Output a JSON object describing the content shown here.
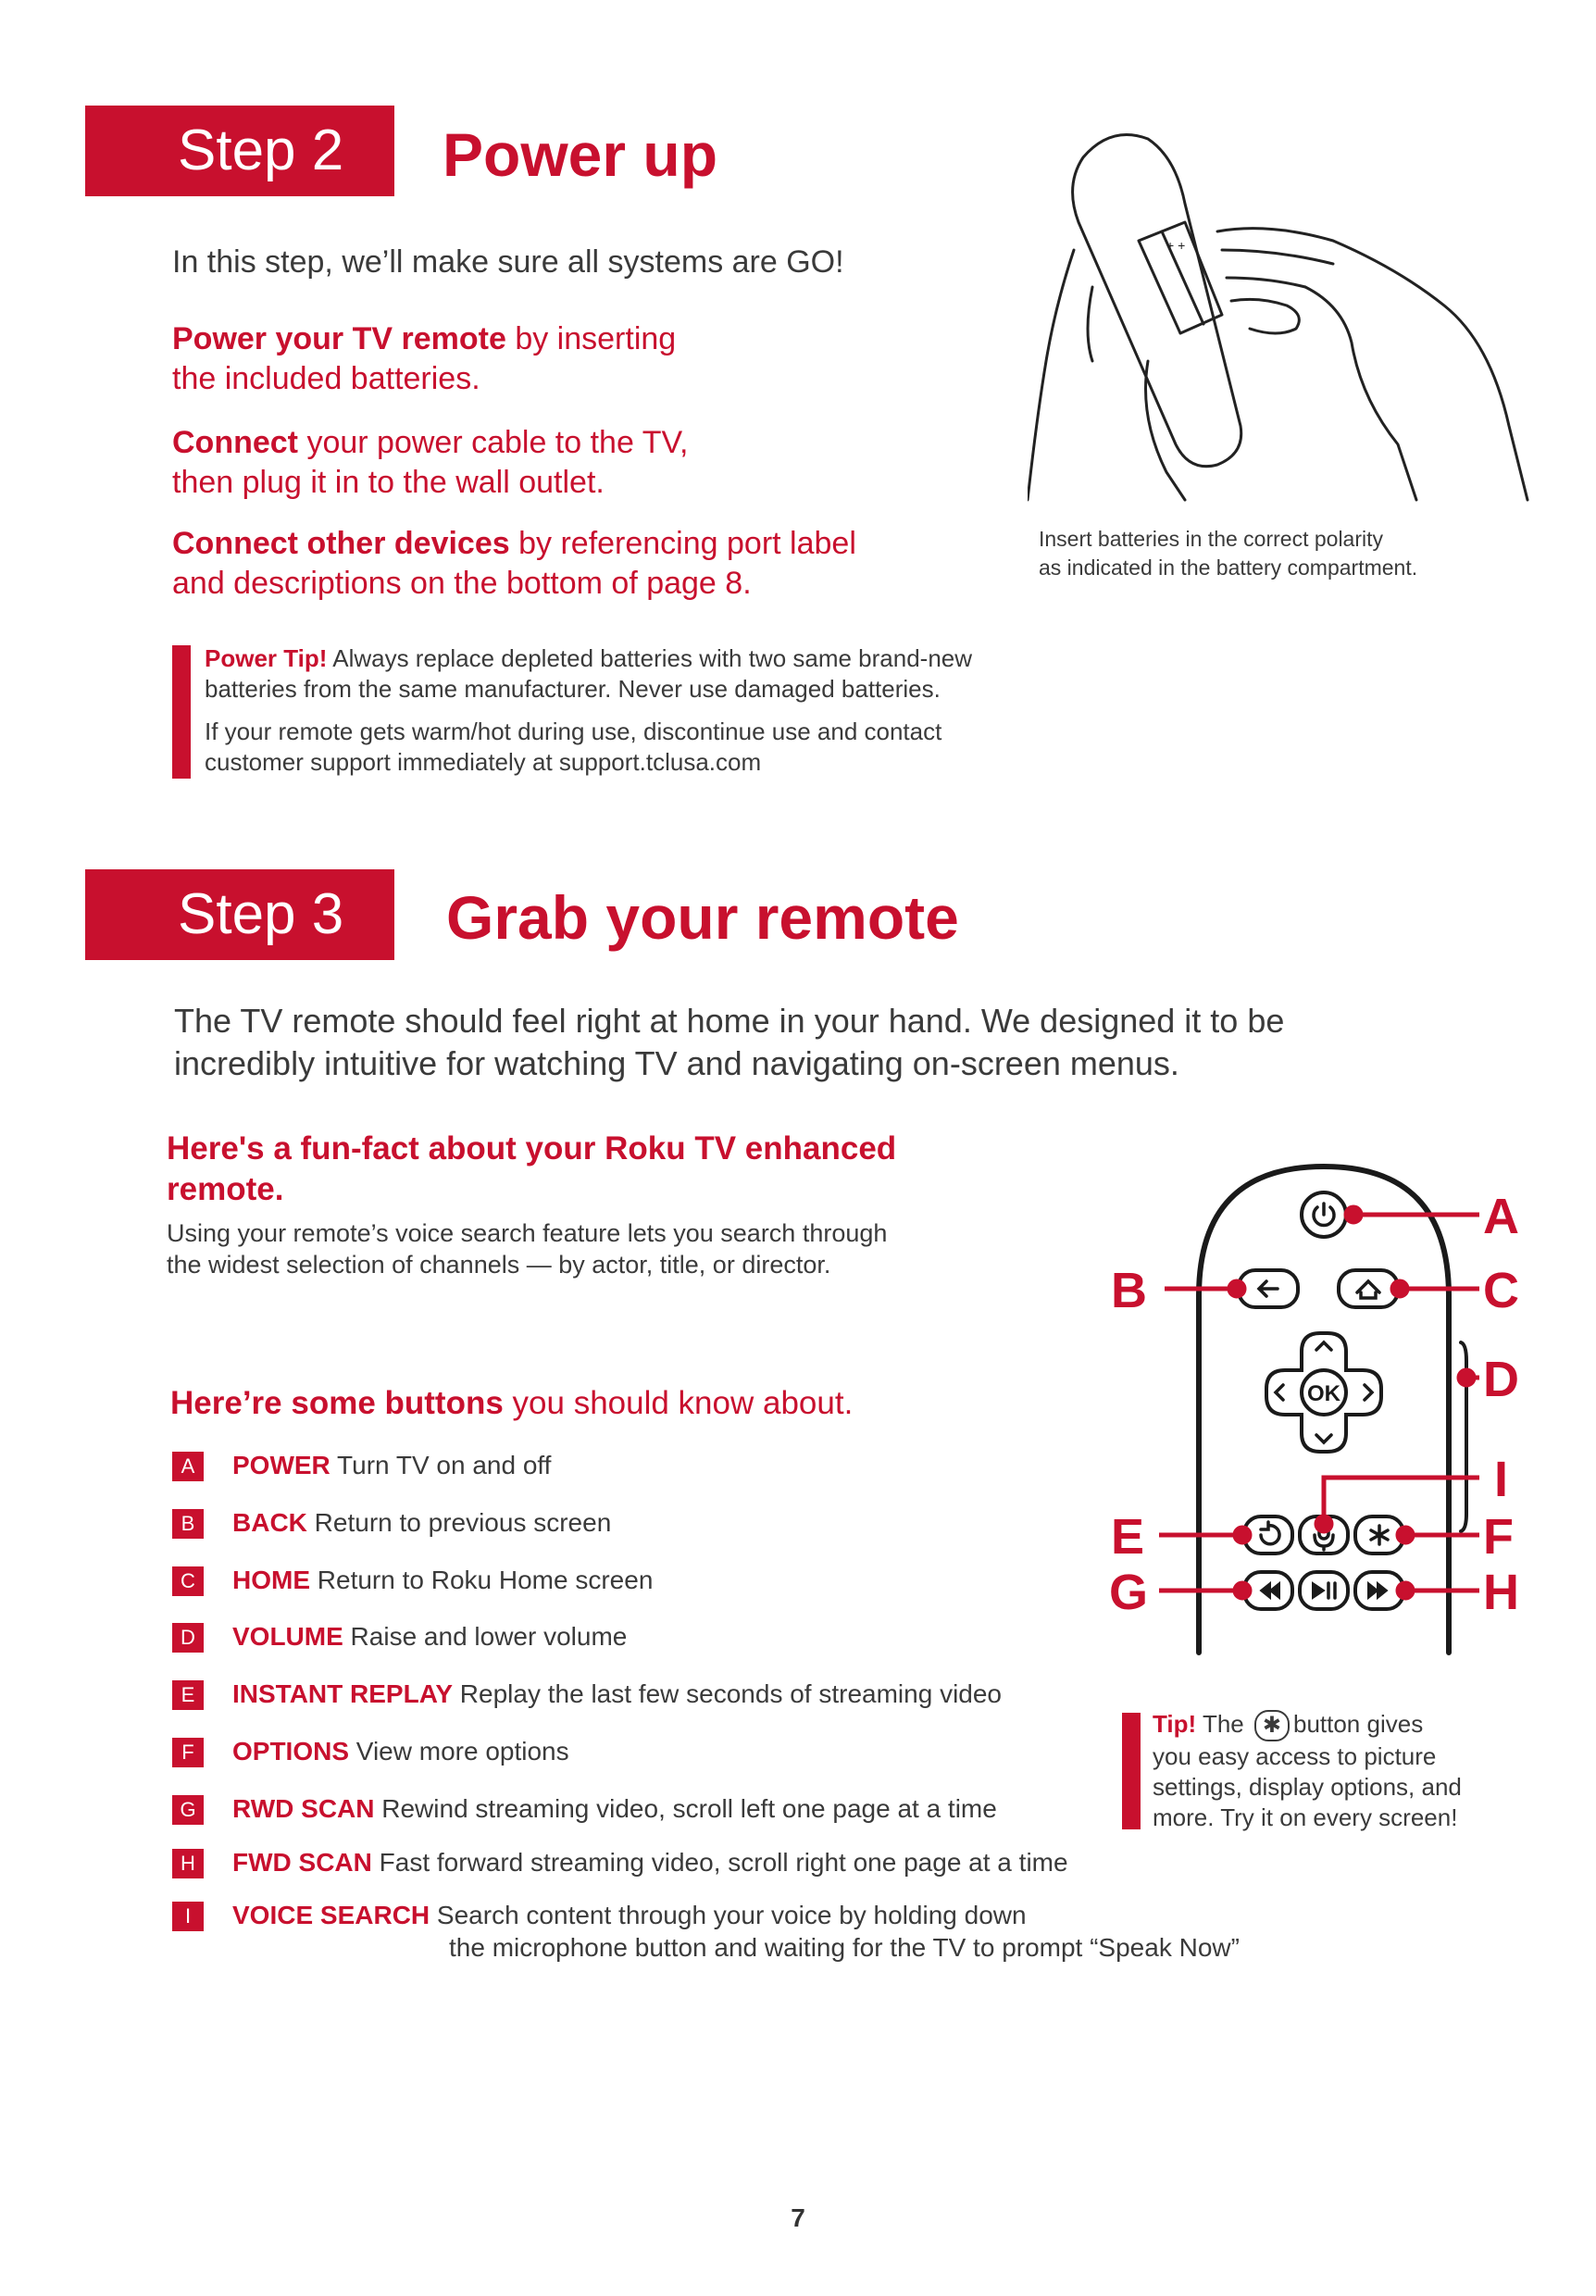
{
  "step2": {
    "label": "Step 2",
    "title": "Power up",
    "intro": "In this step, we’ll make sure all systems are GO!",
    "paras": [
      {
        "bold": "Power your TV remote",
        "line1": " by inserting",
        "line2": "the included batteries."
      },
      {
        "bold": "Connect",
        "line1": " your power cable to the TV,",
        "line2": "then plug it in to the wall outlet."
      },
      {
        "bold": "Connect other devices",
        "line1": " by referencing port label",
        "line2": "and descriptions on the bottom of page 8."
      }
    ],
    "caption_line1": "Insert batteries in the correct polarity",
    "caption_line2": "as indicated in the battery compartment.",
    "tip": {
      "label": "Power Tip!",
      "text1": " Always replace depleted batteries with two same brand-new",
      "text2": "batteries from the same manufacturer. Never use damaged batteries.",
      "text3": "If your remote gets warm/hot during use, discontinue use and contact",
      "text4": "customer support immediately at support.tclusa.com"
    }
  },
  "step3": {
    "label": "Step 3",
    "title": "Grab your remote",
    "intro1": "The TV remote should feel right at home in your hand. We designed it to be",
    "intro2": "incredibly intuitive for watching TV and navigating on-screen menus.",
    "funfact_title1": "Here's a fun-fact about your Roku TV enhanced",
    "funfact_title2": "remote.",
    "funfact_text1": "Using your remote’s voice search feature lets you search through",
    "funfact_text2": "the widest selection of channels — by actor, title, or director.",
    "buttons_heading_bold": "Here’re some buttons",
    "buttons_heading_rest": " you should know about.",
    "buttons": [
      {
        "key": "A",
        "name": "POWER",
        "desc": " Turn TV on and off"
      },
      {
        "key": "B",
        "name": "BACK",
        "desc": " Return to previous screen"
      },
      {
        "key": "C",
        "name": "HOME",
        "desc": " Return to Roku Home screen"
      },
      {
        "key": "D",
        "name": "VOLUME",
        "desc": " Raise and lower volume"
      },
      {
        "key": "E",
        "name": "INSTANT REPLAY",
        "desc": " Replay the last few seconds of streaming video"
      },
      {
        "key": "F",
        "name": "OPTIONS",
        "desc": " View more options"
      },
      {
        "key": "G",
        "name": "RWD SCAN",
        "desc": " Rewind streaming video, scroll left one page at a time"
      },
      {
        "key": "H",
        "name": "FWD SCAN",
        "desc": " Fast forward streaming video, scroll right one page at a time"
      },
      {
        "key": "I",
        "name": "VOICE SEARCH",
        "desc": " Search content through your voice by holding down",
        "desc2": "the microphone button and waiting for the TV to prompt “Speak Now”"
      }
    ],
    "remote_labels": {
      "A": "A",
      "B": "B",
      "C": "C",
      "D": "D",
      "E": "E",
      "F": "F",
      "G": "G",
      "H": "H",
      "I": "I",
      "ok": "OK"
    },
    "tip": {
      "label": "Tip!",
      "t1a": " The",
      "t1b": "button gives",
      "t2": "you easy access to picture",
      "t3": "settings, display options, and",
      "t4": "more. Try it on every screen!"
    }
  },
  "page_number": "7",
  "colors": {
    "accent": "#c8102e",
    "text": "#3a3a3a"
  }
}
